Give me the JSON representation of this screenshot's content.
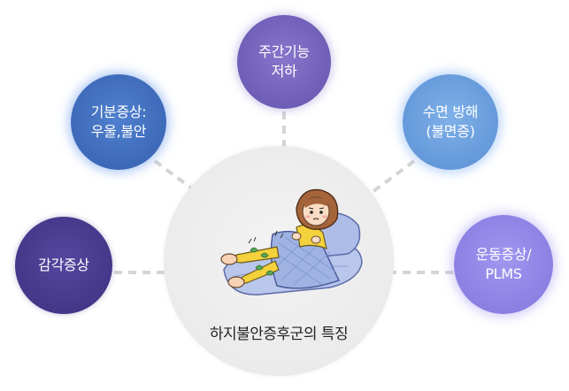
{
  "center": {
    "label": "하지불안증후군의 특징",
    "illustration": "restless-legs-person-in-bed"
  },
  "nodes": {
    "liver": "주간기능\n저하",
    "mood": "기분증상:\n우울,불안",
    "sleep": "수면 방해\n(불면증)",
    "sensory": "감각증상",
    "motor": "운동증상/\nPLMS"
  },
  "colors": {
    "liver": "#6d5cb4",
    "mood": "#3c68b6",
    "sleep": "#6397d9",
    "sensory": "#433687",
    "motor": "#8a7ee2",
    "center": "#ebebeb",
    "connector": "#d5d5d5"
  }
}
